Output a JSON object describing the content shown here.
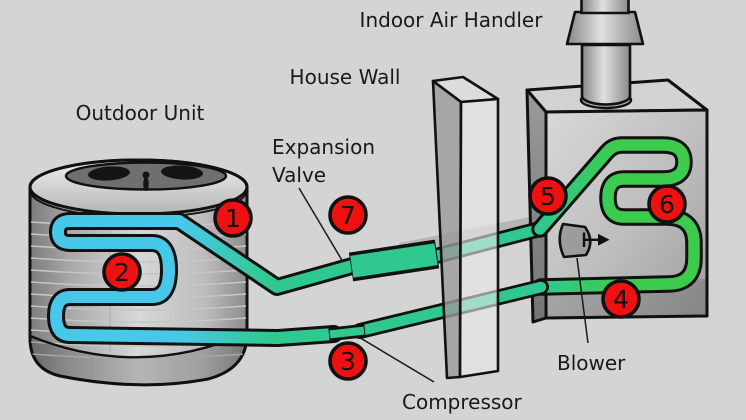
{
  "background": "#d4d4d4",
  "labels": {
    "outdoor_unit": "Outdoor Unit",
    "house_wall": "House Wall",
    "indoor_air_handler": "Indoor Air Handler",
    "expansion_valve_line1": "Expansion",
    "expansion_valve_line2": "Valve",
    "compressor": "Compressor",
    "blower": "Blower"
  },
  "markers": [
    {
      "label": "1"
    },
    {
      "label": "2"
    },
    {
      "label": "3"
    },
    {
      "label": "4"
    },
    {
      "label": "5"
    },
    {
      "label": "6"
    },
    {
      "label": "7"
    }
  ],
  "colors": {
    "marker_fill": "#ee1111",
    "outdoor_coil": "#48c8e8",
    "refrigerant_pipe": "#2fc98f",
    "indoor_coil": "#3ccb4c",
    "outline": "#111111"
  }
}
